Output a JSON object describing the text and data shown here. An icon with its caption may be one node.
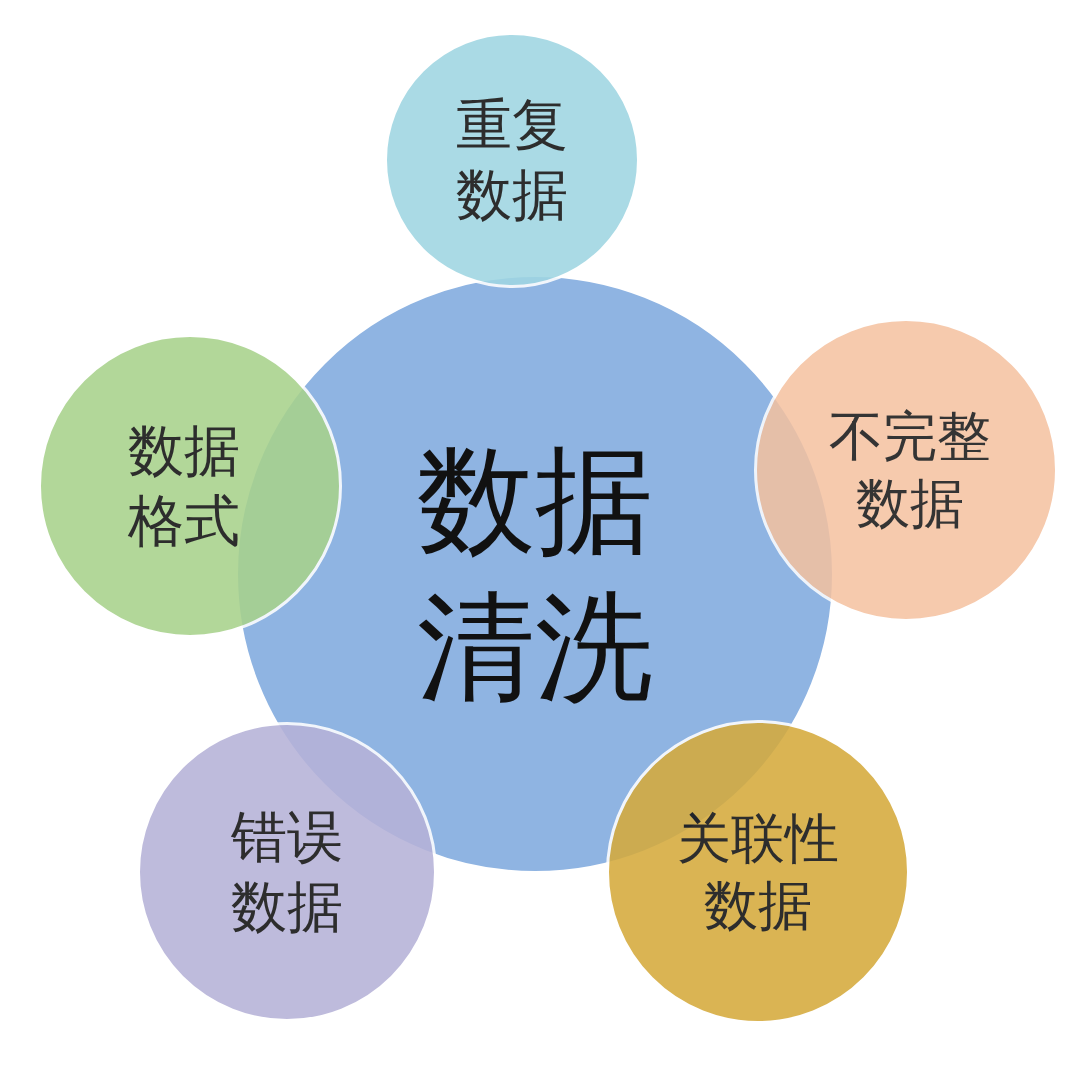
{
  "diagram": {
    "nodes": [
      {
        "text": [
          "重复数据"
        ]
      },
      {
        "text": [
          "数据格式"
        ]
      },
      {
        "text": [
          "数据清洗"
        ]
      },
      {
        "text": [
          "不完整数据"
        ]
      },
      {
        "text": [
          "错误数据"
        ]
      },
      {
        "text": [
          "关联性数据"
        ]
      }
    ]
  }
}
